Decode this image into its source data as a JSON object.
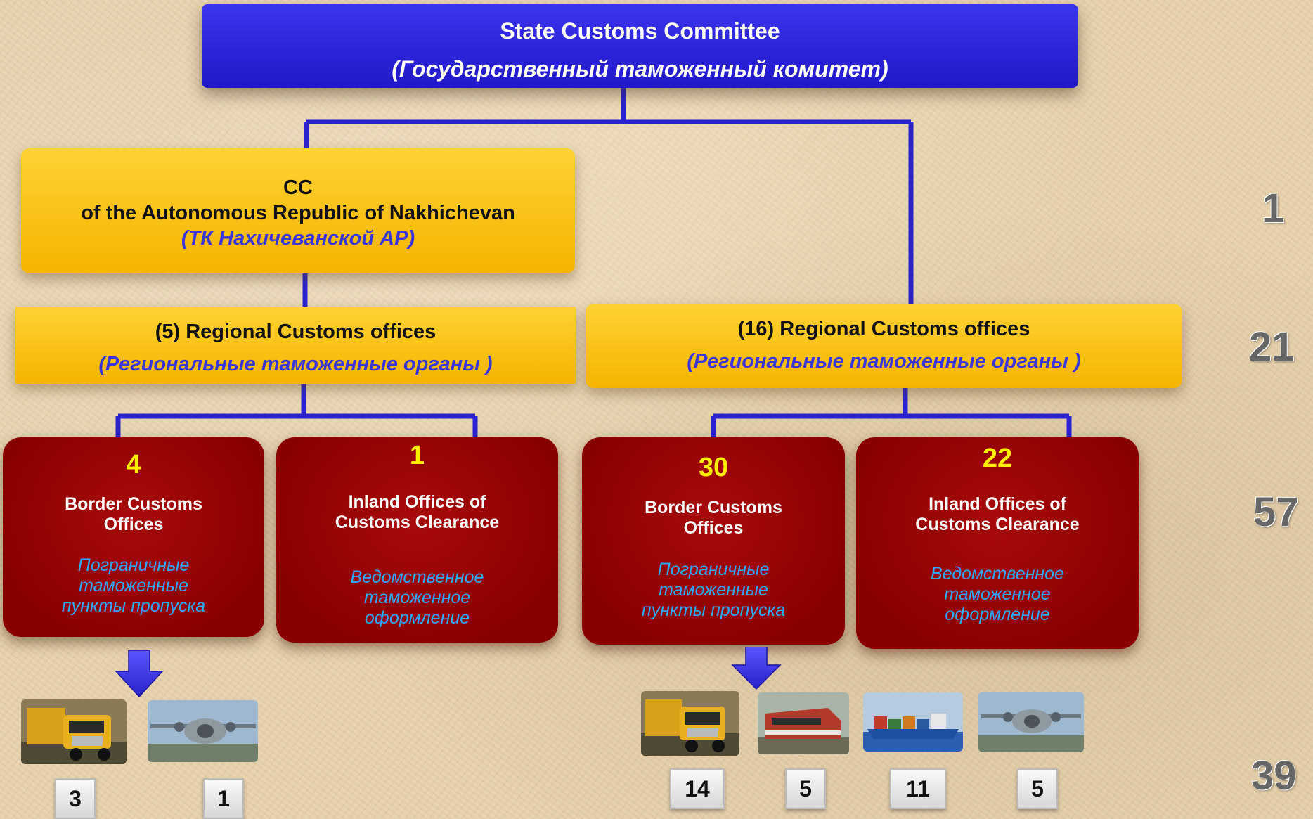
{
  "top": {
    "title": "State Customs Committee",
    "subtitle": "(Государственный таможенный комитет)"
  },
  "nakhichevan": {
    "line1": "CC",
    "line2": "of the Autonomous Republic of Nakhichevan",
    "line3": "(ТК Нахичеванской АР)"
  },
  "regional_left": {
    "title": "(5)  Regional Customs offices",
    "subtitle": "(Региональные таможенные органы )"
  },
  "regional_right": {
    "title": "(16) Regional Customs offices",
    "subtitle": "(Региональные таможенные органы )"
  },
  "offices": [
    {
      "number": "4",
      "en1": "Border Customs",
      "en2": "Offices",
      "ru1": "Пограничные",
      "ru2": "таможенные",
      "ru3": "пункты пропуска"
    },
    {
      "number": "1",
      "en1": "Inland Offices of",
      "en2": "Customs Clearance",
      "ru1": "Ведомственное",
      "ru2": "таможенное",
      "ru3": "оформление"
    },
    {
      "number": "30",
      "en1": "Border Customs",
      "en2": "Offices",
      "ru1": "Пограничные",
      "ru2": "таможенные",
      "ru3": "пункты пропуска"
    },
    {
      "number": "22",
      "en1": "Inland Offices of",
      "en2": "Customs Clearance",
      "ru1": "Ведомственное",
      "ru2": "таможенное",
      "ru3": "оформление"
    }
  ],
  "side_totals": [
    "1",
    "21",
    "57",
    "39"
  ],
  "checkpoint_counts": {
    "left": [
      {
        "icon": "truck-icon",
        "count": "3"
      },
      {
        "icon": "airplane-icon",
        "count": "1"
      }
    ],
    "right": [
      {
        "icon": "truck-icon",
        "count": "14"
      },
      {
        "icon": "train-icon",
        "count": "5"
      },
      {
        "icon": "ship-icon",
        "count": "11"
      },
      {
        "icon": "airplane-icon",
        "count": "5"
      }
    ]
  },
  "colors": {
    "top": "#2a22e0",
    "regional": "#ffc20e",
    "office": "#990000",
    "office_number": "#ffee00",
    "russian_text": "#2fa8ff",
    "connector": "#2a22d0"
  }
}
